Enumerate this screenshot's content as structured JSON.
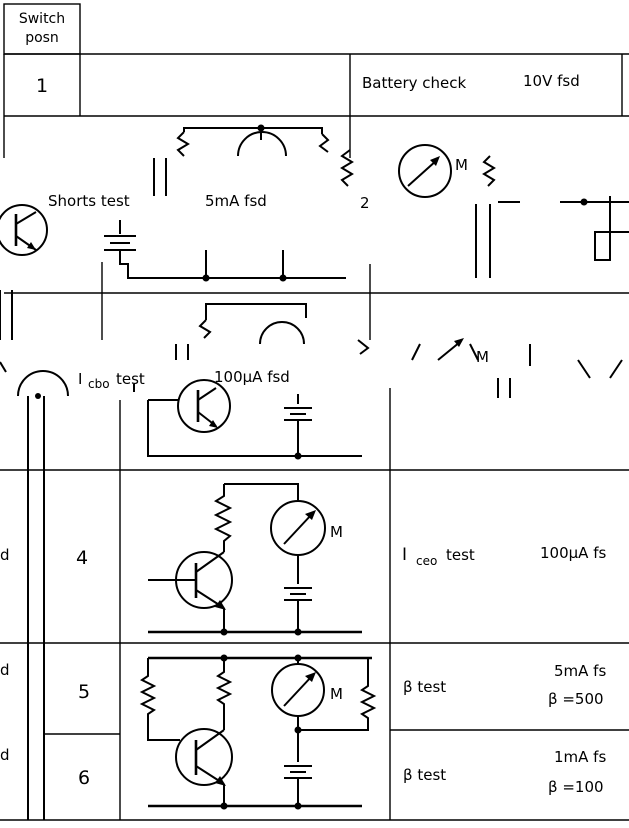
{
  "header": {
    "switch_posn_line1": "Switch",
    "switch_posn_line2": "posn"
  },
  "rows": [
    {
      "posn": "1",
      "test": "Battery check",
      "range": "10V fsd"
    },
    {
      "posn": "",
      "test": "Shorts test",
      "range": "5mA fsd"
    },
    {
      "posn": "",
      "test": "I",
      "test_sub": "cbo",
      "test_suffix": " test",
      "range": "100μA fsd"
    },
    {
      "posn": "4",
      "test": "I",
      "test_sub": "ceo",
      "test_suffix": " test",
      "range": "100μA fs"
    },
    {
      "posn": "5",
      "test": "β test",
      "range": "5mA fs",
      "beta": "β =500"
    },
    {
      "posn": "6",
      "test": "β test",
      "range": "1mA fs",
      "beta": "β =100"
    }
  ],
  "meter_label": "M",
  "left_fragments": [
    "d",
    "d",
    "d"
  ],
  "fragment_2": "2"
}
